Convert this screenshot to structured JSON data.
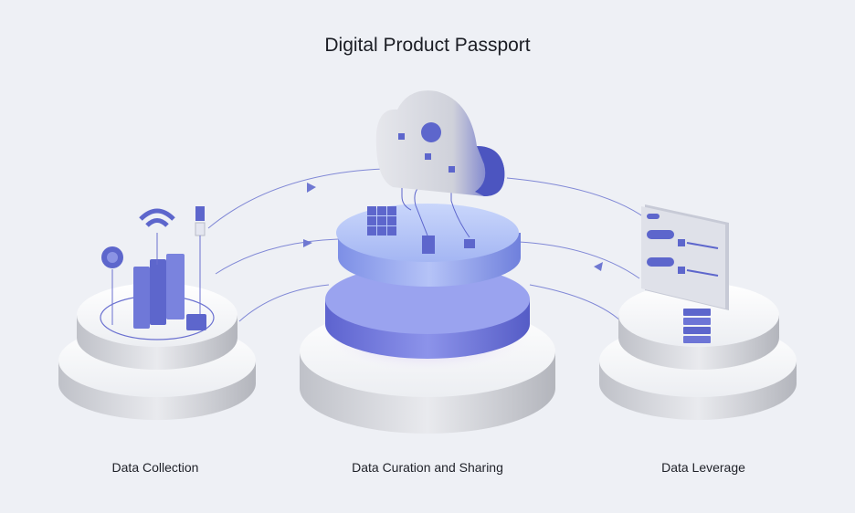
{
  "title": "Digital Product Passport",
  "stages": [
    {
      "label": "Data Collection"
    },
    {
      "label": "Data Curation and Sharing"
    },
    {
      "label": "Data Leverage"
    }
  ],
  "colors": {
    "background": "#eef0f5",
    "accent": "#5b63c9",
    "accent_light": "#a9b8f2",
    "purple_glow": "#9c7ae6"
  }
}
